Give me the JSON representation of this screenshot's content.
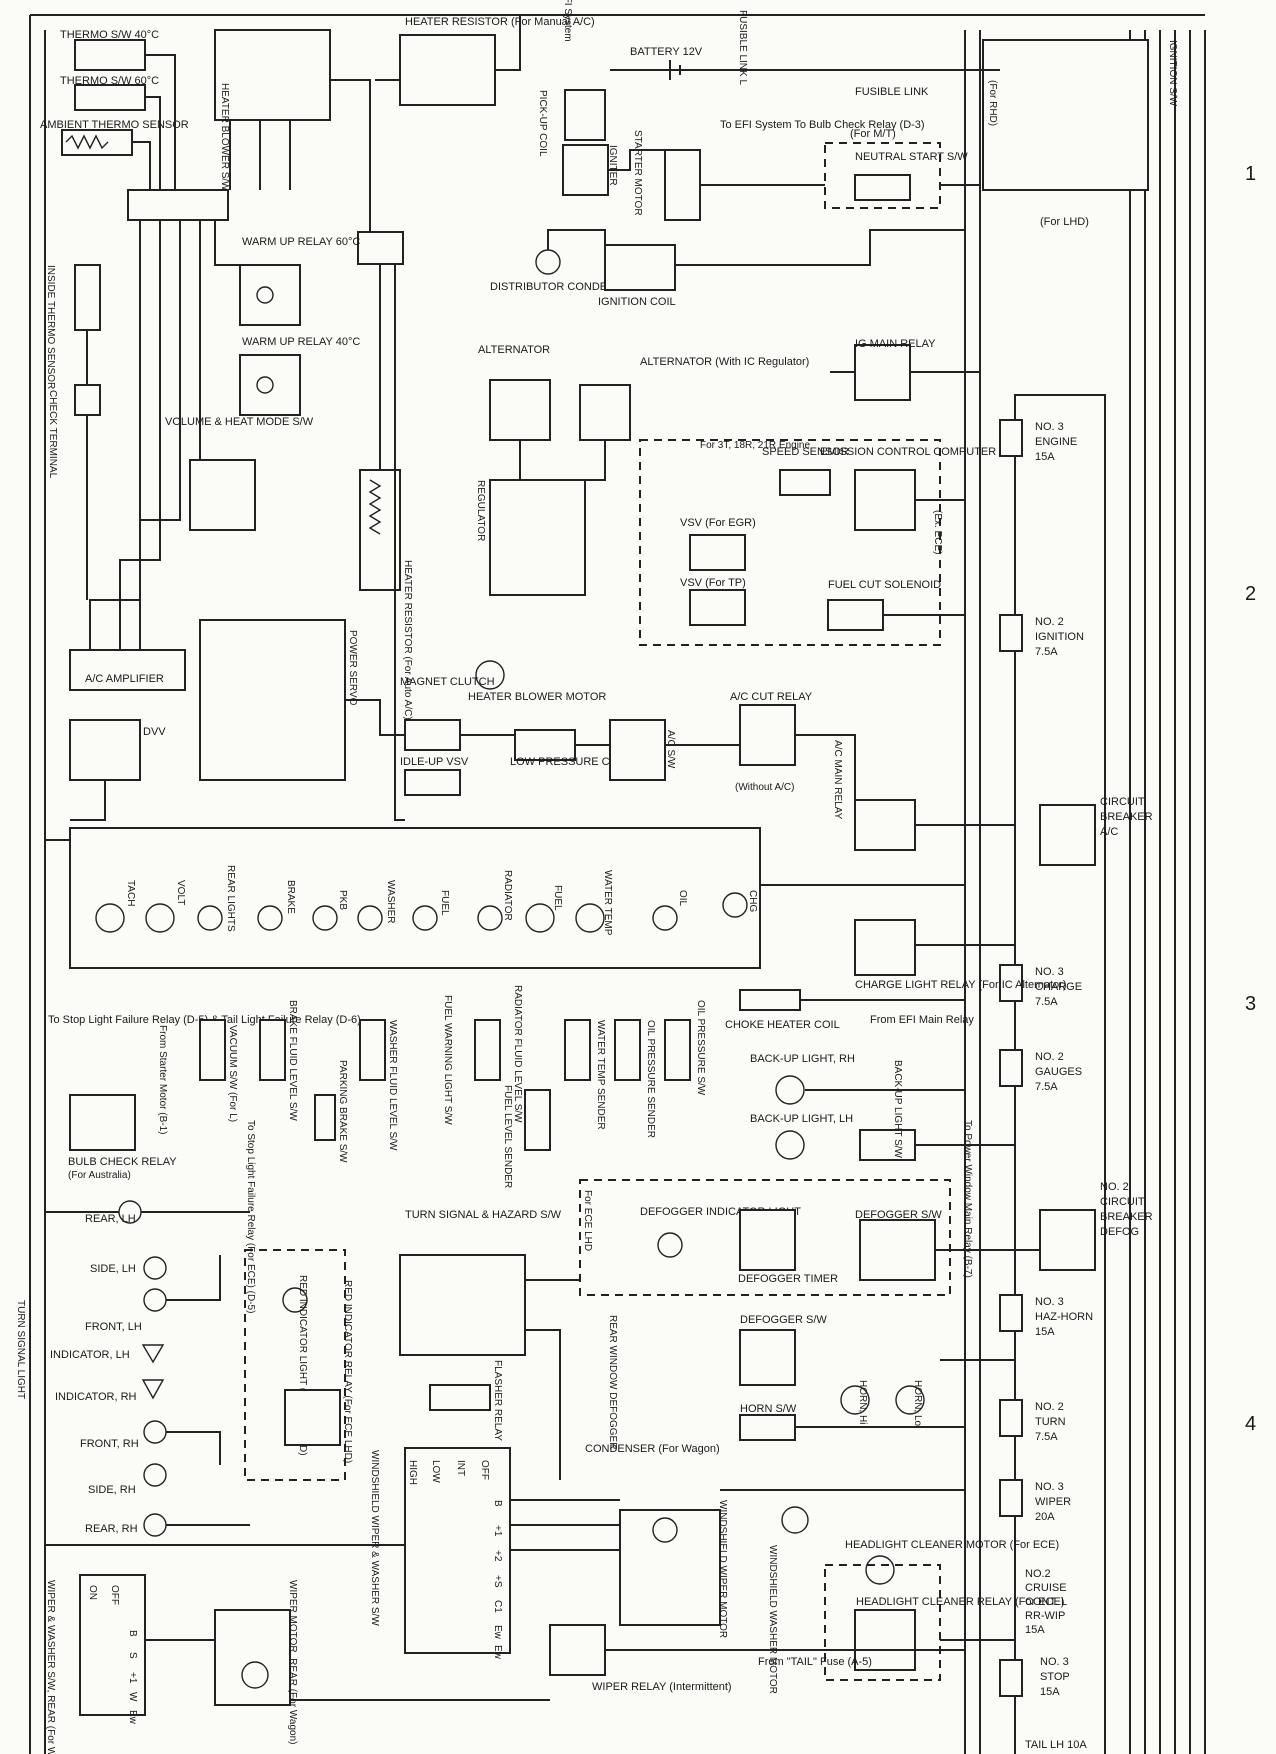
{
  "page": {
    "background": "#fbfbf8",
    "ink": "#222222",
    "section_numbers": [
      "1",
      "2",
      "3",
      "4"
    ]
  },
  "power": {
    "efi_system": "EFI System",
    "battery": "BATTERY 12V",
    "fusible_link_l": "FUSIBLE LINK L",
    "fusible_link": "FUSIBLE LINK",
    "ignition_sw": "IGNITION S/W",
    "for_rhd": "(For RHD)",
    "for_lhd": "(For LHD)",
    "for_mt": "(For M/T)",
    "neutral_start": "NEUTRAL START S/W",
    "to_efi": "To EFI System To Bulb Check Relay (D-3)",
    "starter_motor": "STARTER MOTOR",
    "pick_up_coil": "PICK-UP COIL",
    "igniter": "IGNITER",
    "distributor": "DISTRIBUTOR CONDENSER",
    "ignition_coil": "IGNITION COIL",
    "alternator": "ALTERNATOR",
    "alternator_ic": "ALTERNATOR (With IC Regulator)",
    "regulator": "REGULATOR",
    "ig_main_relay": "IG MAIN RELAY"
  },
  "climate": {
    "thermo40": "THERMO S/W 40°C",
    "thermo60": "THERMO S/W 60°C",
    "ambient": "AMBIENT THERMO SENSOR",
    "heater_blower_sw": "HEATER BLOWER S/W",
    "heater_resistor_manual": "HEATER RESISTOR (For Manual A/C)",
    "warm_up_60": "WARM UP RELAY 60°C",
    "warm_up_40": "WARM UP RELAY 40°C",
    "inside_thermo": "INSIDE THERMO SENSOR",
    "check_terminal": "CHECK TERMINAL",
    "volume_heat": "VOLUME & HEAT MODE S/W",
    "heater_resistor_auto": "HEATER RESISTOR (For Auto A/C)",
    "power_servo": "POWER SERVO",
    "ac_amplifier": "A/C AMPLIFIER",
    "dvv": "DVV",
    "magnet_clutch": "MAGNET CLUTCH",
    "idle_up_vsv": "IDLE-UP VSV",
    "heater_blower_motor": "HEATER BLOWER MOTOR",
    "low_pressure": "LOW PRESSURE CUT S/W",
    "ac_sw": "A/C S/W",
    "ac_cut_relay": "A/C CUT RELAY",
    "without_ac": "(Without A/C)",
    "ac_main_relay": "A/C MAIN RELAY"
  },
  "emission": {
    "for_engine": "For 3T, 18R, 21R Engine",
    "speed_sensor": "SPEED SENSOR",
    "computer": "EMISSION CONTROL COMPUTER",
    "vsv_egr": "VSV (For EGR)",
    "vsv_tp": "VSV (For TP)",
    "fuel_cut": "FUEL CUT SOLENOID",
    "ex_ece": "(Ex. ECE)"
  },
  "meters": {
    "gauges": [
      "TACH",
      "VOLT",
      "REAR LIGHTS",
      "BRAKE",
      "PKB",
      "WASHER",
      "FUEL",
      "RADIATOR",
      "FUEL",
      "WATER TEMP",
      "OIL",
      "CHG"
    ],
    "charge_relay": "CHARGE LIGHT RELAY (For IC Alternator)",
    "from_efi_main": "From EFI Main Relay",
    "choke": "CHOKE HEATER COIL",
    "to_stop_light": "To Stop Light Failure Relay (D-5) & Tail Light Failure Relay (D-6)",
    "from_starter": "From Starter Motor (B-1)",
    "senders": [
      "VACUUM S/W (For L)",
      "BRAKE FLUID LEVEL S/W",
      "PARKING BRAKE S/W",
      "WASHER FLUID LEVEL S/W",
      "FUEL WARNING LIGHT S/W",
      "RADIATOR FLUID LEVEL S/W",
      "FUEL LEVEL SENDER",
      "WATER TEMP SENDER",
      "OIL PRESSURE SENDER",
      "OIL PRESSURE S/W"
    ],
    "to_stop_relay": "To Stop Light Failure Relay (For ECE) (D-5)",
    "bulb_check": "BULB CHECK RELAY",
    "for_australia": "(For Australia)"
  },
  "lights": {
    "backup_rh": "BACK-UP LIGHT, RH",
    "backup_lh": "BACK-UP LIGHT, LH",
    "backup_sw": "BACK-UP LIGHT S/W",
    "to_power_window": "To Power Window Main Relay (B-7)",
    "turn_signal_light": "TURN SIGNAL LIGHT",
    "lamps_lh": [
      "REAR, LH",
      "SIDE, LH",
      "FRONT, LH",
      "INDICATOR, LH"
    ],
    "lamps_rh": [
      "INDICATOR, RH",
      "FRONT, RH",
      "SIDE, RH",
      "REAR, RH"
    ],
    "red_indicator": "RED INDICATOR LIGHT (For ECE LHD)",
    "red_relay": "RED INDICATOR RELAY (For ECE LHD)",
    "turn_hazard": "TURN SIGNAL & HAZARD S/W",
    "flasher": "FLASHER RELAY"
  },
  "defog": {
    "for_ece_lhd": "For ECE LHD",
    "indicator": "DEFOGGER INDICATOR LIGHT",
    "timer": "DEFOGGER TIMER",
    "sw": "DEFOGGER S/W",
    "rear_window": "REAR WINDOW DEFOGGER",
    "defogger": "DEFOGGER S/W",
    "horn_sw": "HORN S/W",
    "horn_hi": "HORN, Hi",
    "horn_lo": "HORN, Lo",
    "condenser": "CONDENSER (For Wagon)"
  },
  "wiper": {
    "ws_sw": "WINDSHIELD WIPER & WASHER S/W",
    "positions": [
      "HIGH",
      "LOW",
      "INT",
      "OFF"
    ],
    "terminals": [
      "B",
      "+1",
      "+2",
      "+S",
      "C1",
      "Ew",
      "Ew"
    ],
    "ws_motor": "WINDSHIELD WIPER MOTOR",
    "washer_motor": "WINDSHIELD WASHER MOTOR",
    "headlight_motor": "HEADLIGHT CLEANER MOTOR (For ECE)",
    "headlight_relay": "HEADLIGHT CLEANER RELAY (For ECE)",
    "from_tail": "From \"TAIL\" Fuse (A-5)",
    "wiper_relay": "WIPER RELAY (Intermittent)",
    "rear_sw": "WIPER & WASHER S/W, REAR (For Wagon)",
    "rear_positions": [
      "ON",
      "OFF"
    ],
    "rear_terminals": [
      "B",
      "S",
      "+1",
      "W",
      "Ew"
    ],
    "rear_motor": "WIPER MOTOR, REAR (For Wagon)"
  },
  "fuses": [
    {
      "lines": [
        "NO. 3",
        "ENGINE",
        "15A"
      ]
    },
    {
      "lines": [
        "NO. 2",
        "IGNITION",
        "7.5A"
      ]
    },
    {
      "lines": [
        "CIRCUIT",
        "BREAKER",
        "A/C"
      ]
    },
    {
      "lines": [
        "NO. 3",
        "CHARGE",
        "7.5A"
      ]
    },
    {
      "lines": [
        "NO. 2",
        "GAUGES",
        "7.5A"
      ]
    },
    {
      "lines": [
        "NO. 2",
        "CIRCUIT",
        "BREAKER",
        "DEFOG"
      ]
    },
    {
      "lines": [
        "NO. 3",
        "HAZ-HORN",
        "15A"
      ]
    },
    {
      "lines": [
        "NO. 2",
        "TURN",
        "7.5A"
      ]
    },
    {
      "lines": [
        "NO. 3",
        "WIPER",
        "20A"
      ]
    },
    {
      "lines": [
        "NO.2",
        "CRUISE",
        "CONT. L",
        "RR-WIP",
        "15A"
      ]
    },
    {
      "lines": [
        "NO. 3",
        "STOP",
        "15A"
      ]
    },
    {
      "lines": [
        "TAIL LH 10A"
      ]
    }
  ]
}
